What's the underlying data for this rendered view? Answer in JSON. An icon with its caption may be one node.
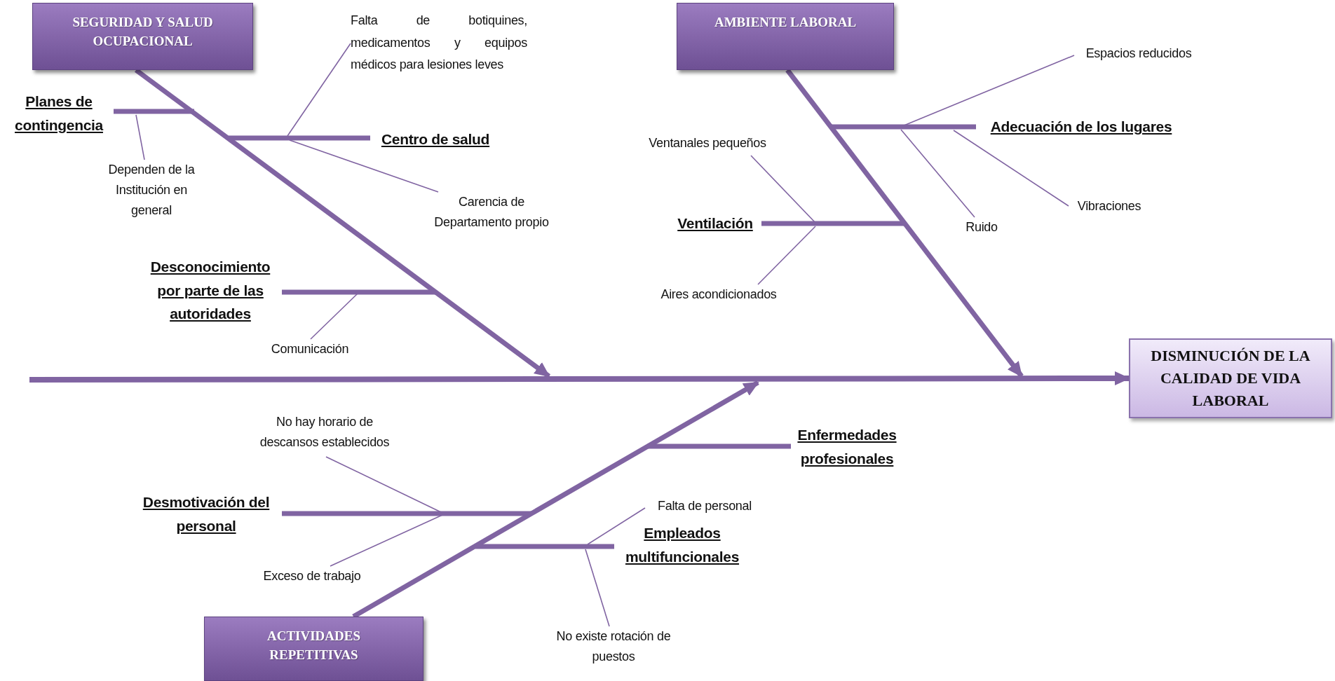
{
  "diagram": {
    "nodes": [
      {
        "text": [
          "DISMINUCIÓN DE LA CALIDAD DE VIDA LABORAL"
        ]
      },
      {
        "text": [
          "SEGURIDAD Y SALUD OCUPACIONAL"
        ]
      },
      {
        "text": [
          "AMBIENTE LABORAL"
        ]
      },
      {
        "text": [
          "ACTIVIDADES REPETITIVAS"
        ]
      },
      {
        "text": [
          "Planes de contingencia"
        ]
      },
      {
        "text": [
          "Dependen de la Institución en general"
        ]
      },
      {
        "text": [
          "Centro de salud"
        ]
      },
      {
        "text": [
          "Falta de botiquines, medicamentos y equipos médicos para lesiones leves"
        ]
      },
      {
        "text": [
          "Carencia de Departamento propio"
        ]
      },
      {
        "text": [
          "Desconocimiento por parte de las autoridades"
        ]
      },
      {
        "text": [
          "Comunicación"
        ]
      },
      {
        "text": [
          "Adecuación de los lugares"
        ]
      },
      {
        "text": [
          "Espacios reducidos"
        ]
      },
      {
        "text": [
          "Ruido"
        ]
      },
      {
        "text": [
          "Vibraciones"
        ]
      },
      {
        "text": [
          "Ventilación"
        ]
      },
      {
        "text": [
          "Ventanales pequeños"
        ]
      },
      {
        "text": [
          "Aires acondicionados"
        ]
      },
      {
        "text": [
          "Enfermedades profesionales"
        ]
      },
      {
        "text": [
          "Desmotivación del personal"
        ]
      },
      {
        "text": [
          "No hay horario de descansos establecidos"
        ]
      },
      {
        "text": [
          "Exceso de trabajo"
        ]
      },
      {
        "text": [
          "Empleados multifuncionales"
        ]
      },
      {
        "text": [
          "Falta de personal"
        ]
      },
      {
        "text": [
          "No existe rotación de puestos"
        ]
      }
    ],
    "edges": [
      {
        "from": null,
        "to": 0,
        "arrow": "to",
        "style": "thick"
      },
      {
        "from": 1,
        "to": null,
        "arrow": "to",
        "style": "thick"
      },
      {
        "from": 2,
        "to": null,
        "arrow": "to",
        "style": "thick"
      },
      {
        "from": 3,
        "to": null,
        "arrow": "to",
        "style": "thick"
      },
      {
        "from": 4,
        "to": null,
        "arrow": "none",
        "style": "thick"
      },
      {
        "from": 5,
        "to": null,
        "arrow": "none"
      },
      {
        "from": 6,
        "to": null,
        "arrow": "none",
        "style": "thick"
      },
      {
        "from": 7,
        "to": null,
        "arrow": "none"
      },
      {
        "from": 8,
        "to": null,
        "arrow": "none"
      },
      {
        "from": 9,
        "to": null,
        "arrow": "none",
        "style": "thick"
      },
      {
        "from": 10,
        "to": null,
        "arrow": "none"
      },
      {
        "from": 11,
        "to": null,
        "arrow": "none",
        "style": "thick"
      },
      {
        "from": 12,
        "to": null,
        "arrow": "none"
      },
      {
        "from": 13,
        "to": null,
        "arrow": "none"
      },
      {
        "from": 14,
        "to": null,
        "arrow": "none"
      },
      {
        "from": 15,
        "to": null,
        "arrow": "none",
        "style": "thick"
      },
      {
        "from": 16,
        "to": null,
        "arrow": "none"
      },
      {
        "from": 17,
        "to": null,
        "arrow": "none"
      },
      {
        "from": 18,
        "to": null,
        "arrow": "none",
        "style": "thick"
      },
      {
        "from": 19,
        "to": null,
        "arrow": "none",
        "style": "thick"
      },
      {
        "from": 20,
        "to": null,
        "arrow": "none"
      },
      {
        "from": 21,
        "to": null,
        "arrow": "none"
      },
      {
        "from": 22,
        "to": null,
        "arrow": "none",
        "style": "thick"
      },
      {
        "from": 23,
        "to": null,
        "arrow": "none"
      },
      {
        "from": 24,
        "to": null,
        "arrow": "none"
      }
    ]
  }
}
